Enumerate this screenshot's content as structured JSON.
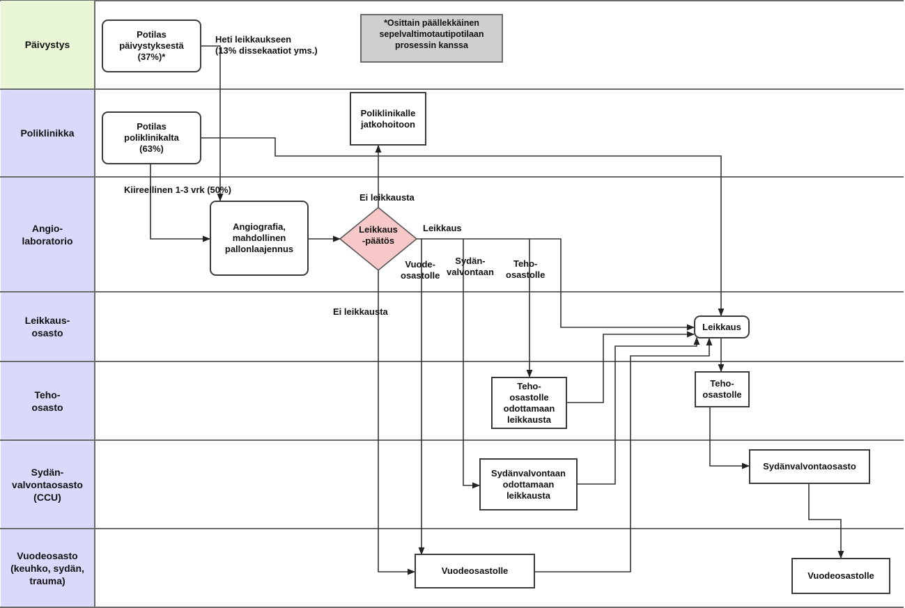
{
  "lanes": [
    {
      "label": "Päivystys",
      "color": "#e9f7d6"
    },
    {
      "label": "Poliklinikka",
      "color": "#d9d9fb"
    },
    {
      "label": "Angio-\nlaboratorio",
      "color": "#d9d9fb"
    },
    {
      "label": "Leikkaus-\nosasto",
      "color": "#d9d9fb"
    },
    {
      "label": "Teho-\nosasto",
      "color": "#d9d9fb"
    },
    {
      "label": "Sydän-\nvalvontaosasto\n(CCU)",
      "color": "#d9d9fb"
    },
    {
      "label": "Vuodeosasto\n(keuhko, sydän,\ntrauma)",
      "color": "#d9d9fb"
    }
  ],
  "note": "*Osittain päällekkäinen\nsepelvaltimotautipotilaan\nprosessin kanssa",
  "nodes": {
    "potilas_paivystys": "Potilas\npäivystyksestä\n(37%)*",
    "potilas_poliklinikka": "Potilas\npoliklinikalta\n(63%)",
    "poliklinikalle": "Poliklinikalle\njatkohoitoon",
    "angiografia": "Angiografia,\nmahdollinen\npallonlaajennus",
    "leikkauspaatos": "Leikkaus\n-päätös",
    "leikkaus": "Leikkaus",
    "teho_odottamaan": "Teho-\nosastolle\nodottamaan\nleikkausta",
    "teho_osastolle": "Teho-\nosastolle",
    "sydan_odottamaan": "Sydänvalvontaan\nodottamaan\nleikkausta",
    "sydanvalvontaosasto": "Sydänvalvontaosasto",
    "vuodeosastolle_1": "Vuodeosastolle",
    "vuodeosastolle_2": "Vuodeosastolle"
  },
  "edge_labels": {
    "heti": "Heti leikkaukseen\n(13% dissekaatiot yms.)",
    "kiireellinen": "Kiireellinen 1-3 vrk (50%)",
    "ei_leikkausta_top": "Ei leikkausta",
    "ei_leikkausta_bottom": "Ei leikkausta",
    "leikkaus": "Leikkaus",
    "vuodeosastolle": "Vuode-\nosastolle",
    "sydanvalvontaan": "Sydän-\nvalvontaan",
    "tehoosastolle": "Teho-\nosastolle"
  }
}
